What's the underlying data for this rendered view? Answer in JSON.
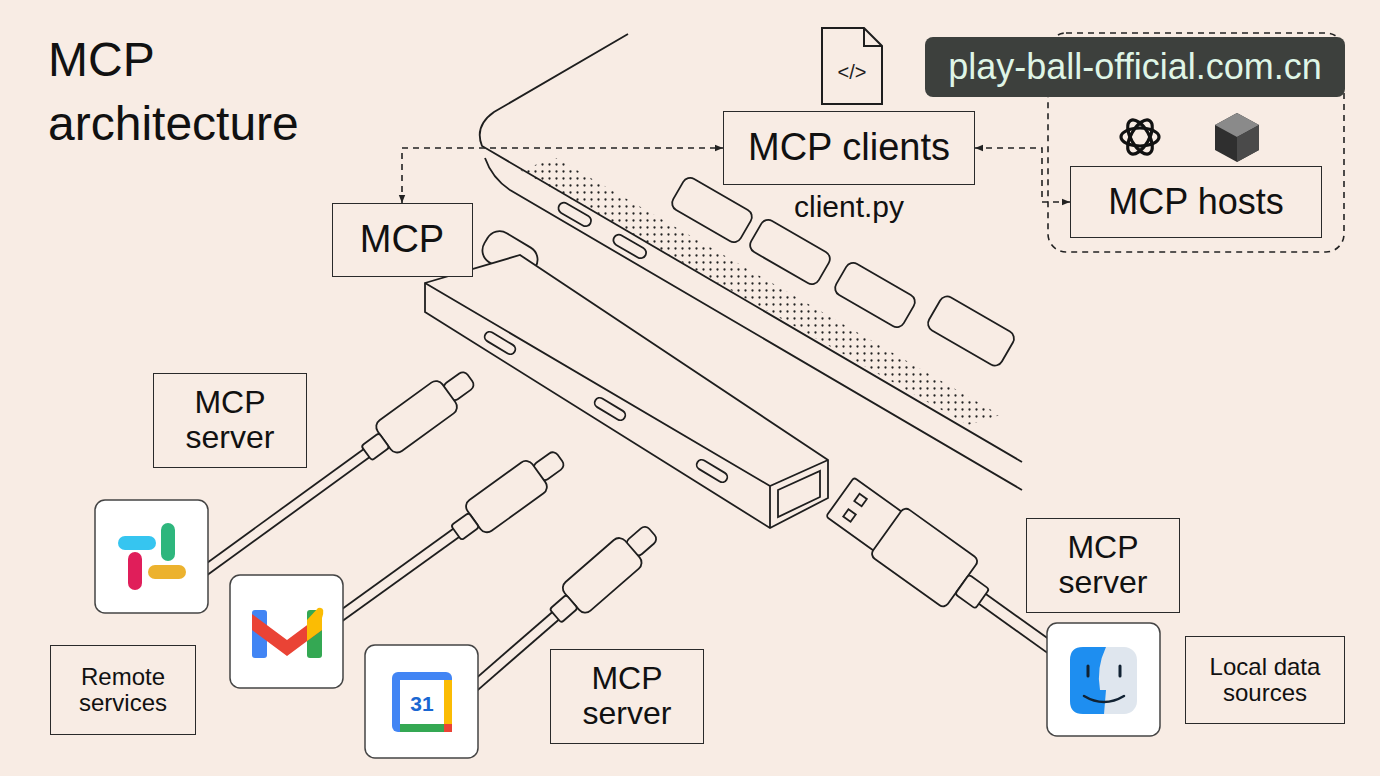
{
  "diagram": {
    "title": "MCP architecture",
    "nodes": [
      {
        "text": [
          "MCP clients",
          "client.py"
        ]
      },
      {
        "text": [
          "MCP hosts"
        ]
      },
      {
        "text": [
          "MCP"
        ]
      },
      {
        "text": [
          "MCP server"
        ]
      },
      {
        "text": [
          "Remote services"
        ]
      },
      {
        "text": [
          "MCP server"
        ]
      },
      {
        "text": [
          "MCP server"
        ]
      },
      {
        "text": [
          "Local data sources"
        ]
      }
    ],
    "edges": [
      {
        "from": 2,
        "to": 0,
        "arrow": "both"
      },
      {
        "from": 0,
        "to": 1,
        "arrow": "both"
      }
    ],
    "labels": [
      "</>",
      "31",
      "play-ball-official.com.cn"
    ]
  }
}
